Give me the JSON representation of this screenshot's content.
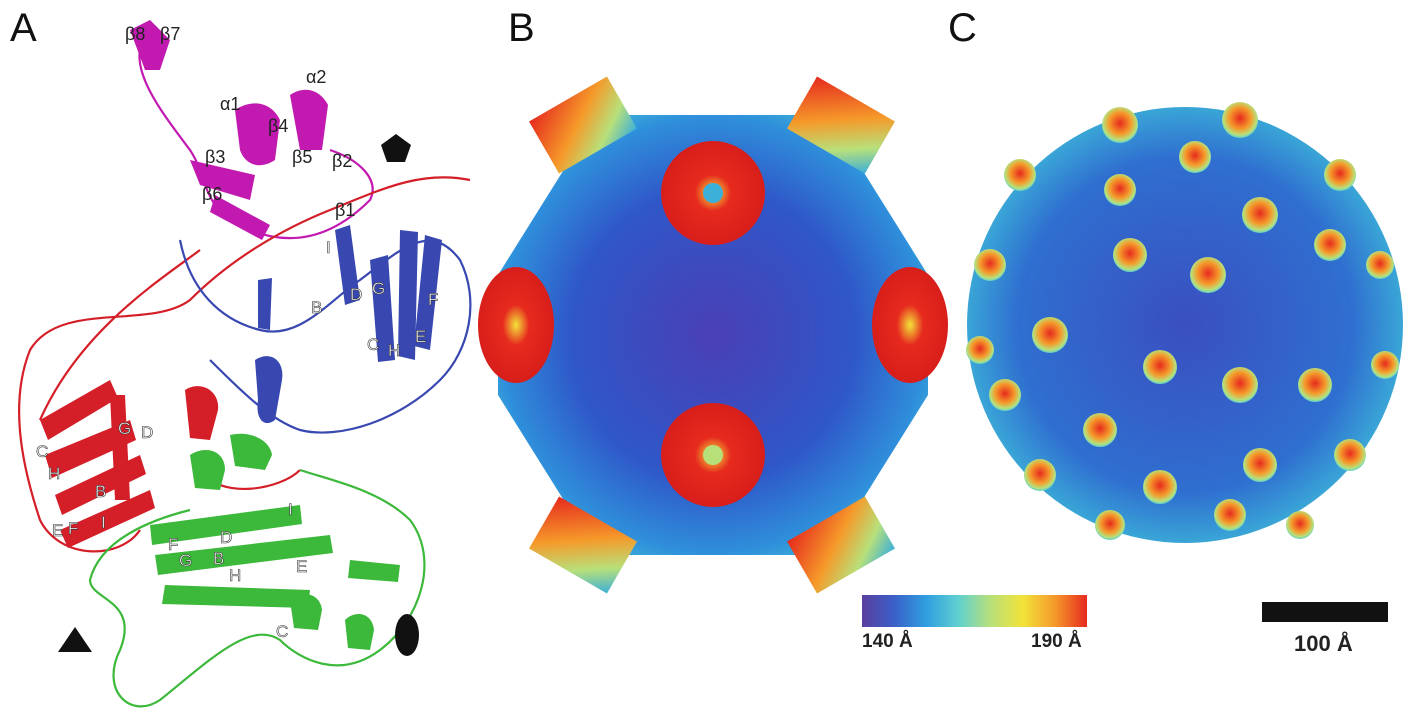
{
  "panels": {
    "a": {
      "letter": "A",
      "labels": {
        "magenta": [
          "β8",
          "β7",
          "α2",
          "α1",
          "β4",
          "β3",
          "β5",
          "β2",
          "β6",
          "β1"
        ],
        "blue": [
          "I",
          "G",
          "F",
          "B",
          "D",
          "E",
          "C",
          "H"
        ],
        "red": [
          "G",
          "D",
          "C",
          "H",
          "B",
          "E",
          "F",
          "I"
        ],
        "green": [
          "I",
          "D",
          "F",
          "G",
          "B",
          "H",
          "E",
          "C"
        ]
      }
    },
    "b": {
      "letter": "B"
    },
    "c": {
      "letter": "C"
    }
  },
  "colorbar": {
    "min_label": "140 Å",
    "max_label": "190 Å",
    "gradient": [
      "#5a3fa0",
      "#3a5fc8",
      "#2f9fe0",
      "#5fd0d0",
      "#b8e07a",
      "#f2e33a",
      "#f59a2a",
      "#e62a1e"
    ]
  },
  "scalebar": {
    "label": "100 Å",
    "color": "#111111"
  },
  "colors": {
    "magenta": "#c21ab0",
    "blue": "#3848b0",
    "red": "#d41e28",
    "green": "#3cb83a",
    "surface_low": "#2e55c8",
    "surface_high": "#e62a1e"
  }
}
